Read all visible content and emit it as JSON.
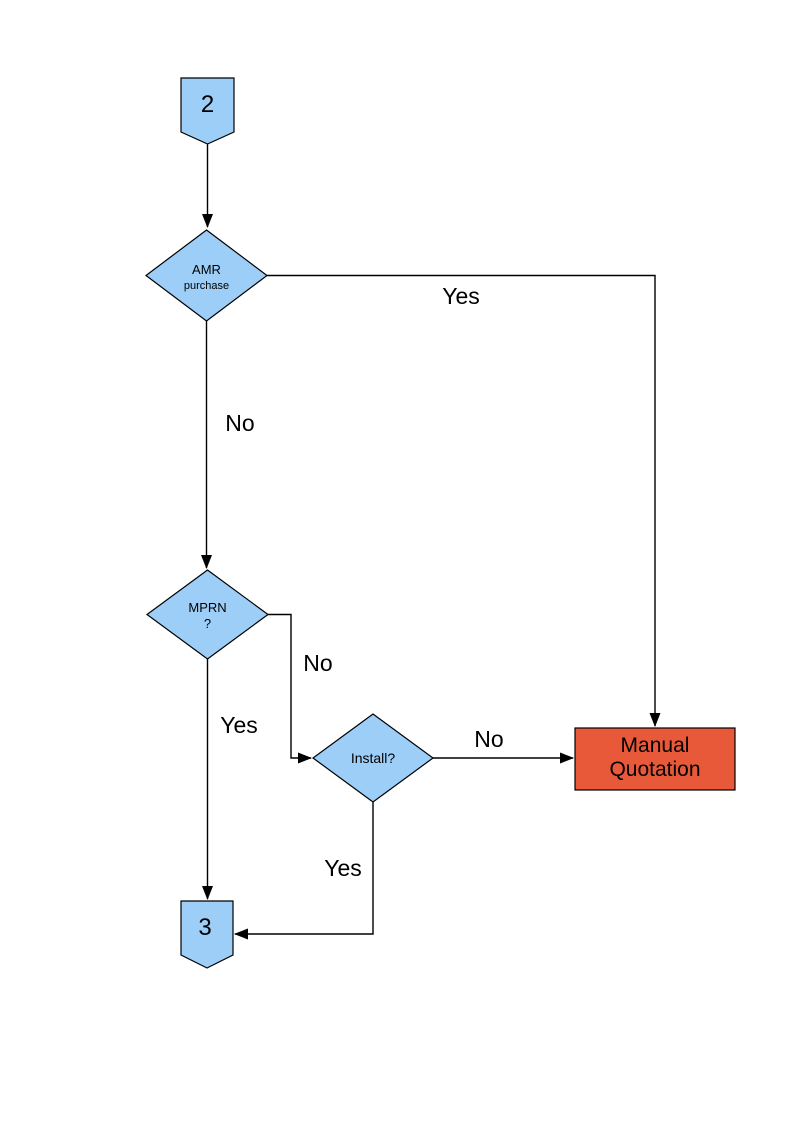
{
  "diagram": {
    "colors": {
      "node_fill": "#9DCEF8",
      "node_stroke": "#000000",
      "highlight_fill": "#E8593A",
      "line_color": "#000000",
      "label_color": "#000000",
      "background": "#FFFFFF"
    },
    "nodes": {
      "connector_top": {
        "label": "2",
        "type": "off-page-connector"
      },
      "decision_amr": {
        "line1": "AMR",
        "line2": "purchase",
        "type": "decision"
      },
      "decision_mprn": {
        "line1": "MPRN",
        "line2": "?",
        "type": "decision"
      },
      "decision_install": {
        "label": "Install?",
        "type": "decision"
      },
      "process_manual_quotation": {
        "line1": "Manual",
        "line2": "Quotation",
        "type": "process"
      },
      "connector_bottom": {
        "label": "3",
        "type": "off-page-connector"
      }
    },
    "edge_labels": {
      "amr_yes": "Yes",
      "amr_no": "No",
      "mprn_no": "No",
      "mprn_yes": "Yes",
      "install_no": "No",
      "install_yes": "Yes"
    }
  }
}
